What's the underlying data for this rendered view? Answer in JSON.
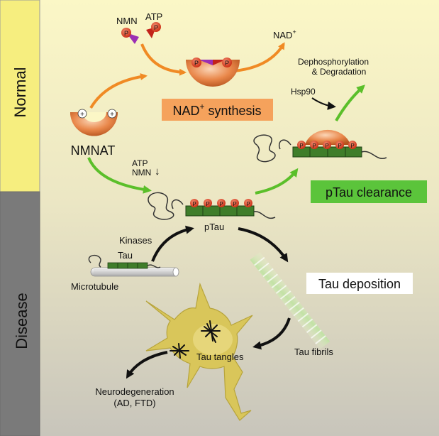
{
  "side_labels": {
    "normal": "Normal",
    "disease": "Disease"
  },
  "colors": {
    "normal_band": "#f6ee7f",
    "disease_band": "#7a7a7a",
    "nad_box": "#f5a25c",
    "clearance_box": "#5bc43b",
    "orange_arrow": "#f08a24",
    "green_arrow": "#5bbf2a",
    "black_arrow": "#111111",
    "enzyme": "#e07a40",
    "phosphate": "#e2361a",
    "tau_green": "#3f7d2a"
  },
  "labels": {
    "nmn": "NMN",
    "atp": "ATP",
    "nad_plus": "NAD",
    "nad_plus_sup": "+",
    "nad_synthesis": "NAD",
    "nad_synthesis_sup": "+",
    "nad_synthesis_rest": " synthesis",
    "nmnat": "NMNAT",
    "atp_down": "ATP",
    "nmn_down": "NMN",
    "down_arrow": "↓",
    "hsp90": "Hsp90",
    "dephos_line1": "Dephosphorylation",
    "dephos_line2": "& Degradation",
    "ptau_clearance": "pTau clearance",
    "kinases": "Kinases",
    "tau": "Tau",
    "ptau": "pTau",
    "microtubule": "Microtubule",
    "tau_deposition": "Tau deposition",
    "tau_tangles": "Tau tangles",
    "tau_fibrils": "Tau fibrils",
    "neurodegeneration_line1": "Neurodegeneration",
    "neurodegeneration_line2": "(AD, FTD)",
    "phos": "P",
    "plus": "+"
  }
}
